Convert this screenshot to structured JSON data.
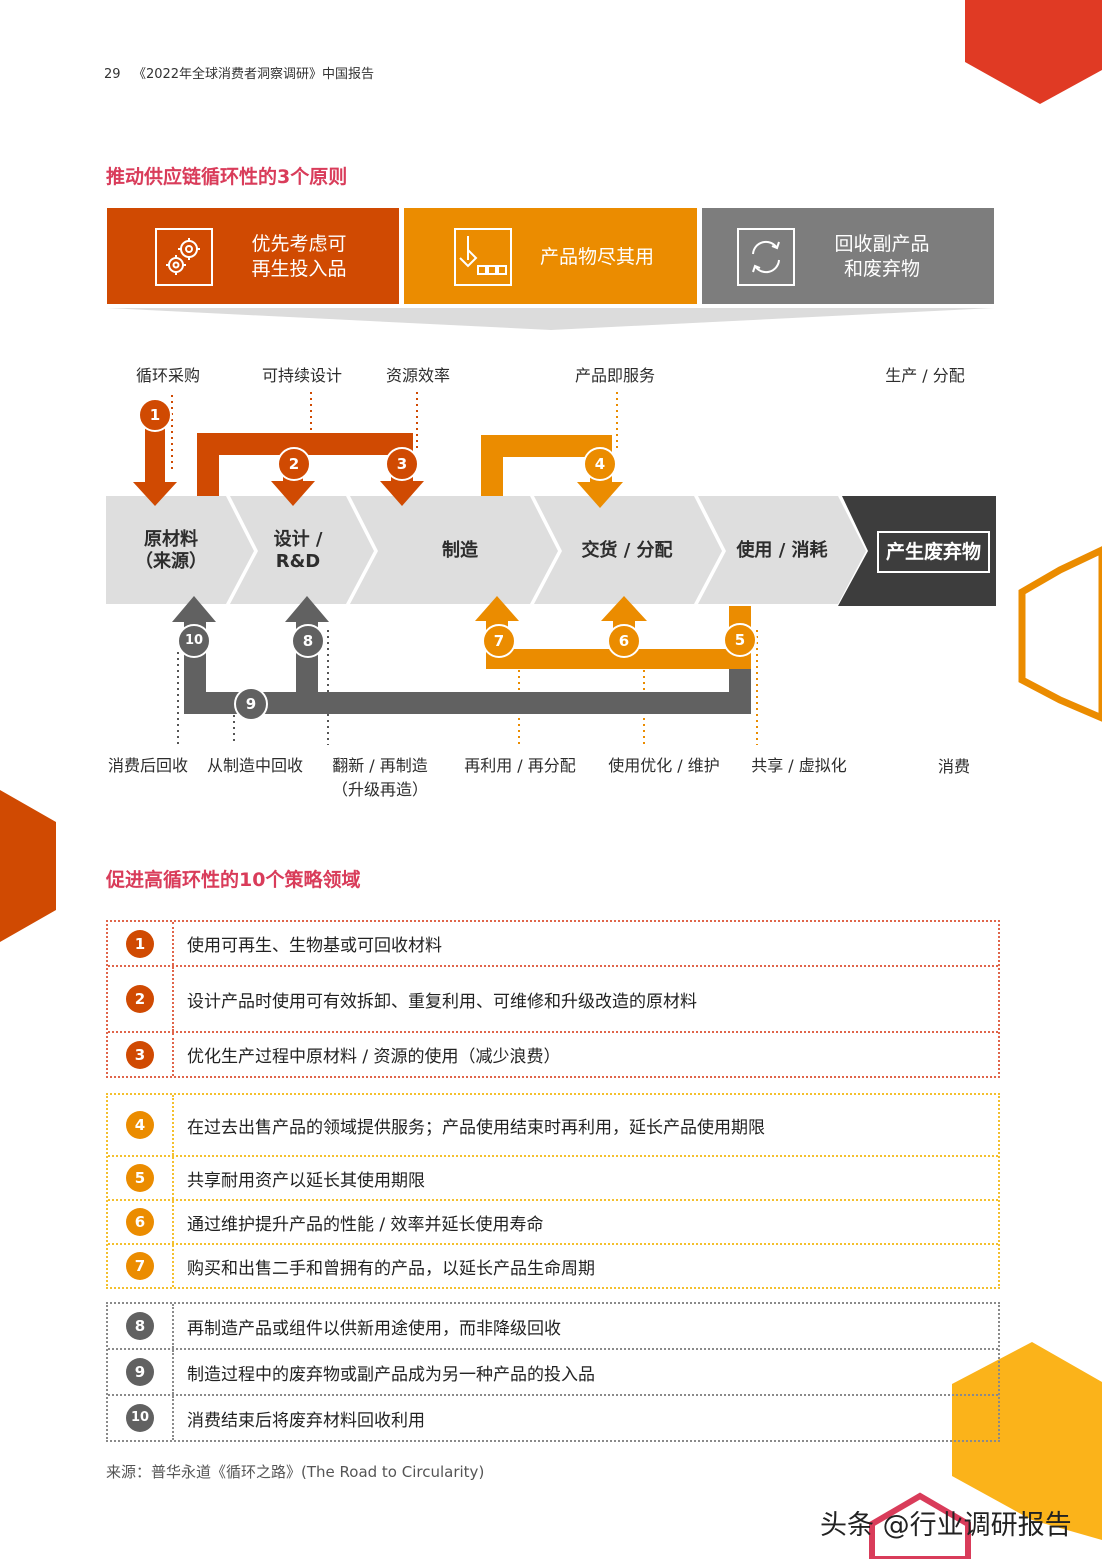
{
  "header": {
    "page_number": "29",
    "report_title": "《2022年全球消费者洞察调研》中国报告"
  },
  "section1": {
    "title": "推动供应链循环性的3个原则",
    "principles": [
      {
        "label_line1": "优先考虑可",
        "label_line2": "再生投入品",
        "icon": "gears-icon",
        "color": "#d04a02"
      },
      {
        "label_line1": "产品物尽其用",
        "label_line2": "",
        "icon": "factory-icon",
        "color": "#eb8c00"
      },
      {
        "label_line1": "回收副产品",
        "label_line2": "和废弃物",
        "icon": "recycle-arrows-icon",
        "color": "#7d7d7d"
      }
    ],
    "top_labels": [
      "循环采购",
      "可持续设计",
      "资源效率",
      "产品即服务",
      "生产 / 分配"
    ],
    "stages": [
      {
        "line1": "原材料",
        "line2": "（来源）"
      },
      {
        "line1": "设计 /",
        "line2": "R&D"
      },
      {
        "line1": "制造",
        "line2": ""
      },
      {
        "line1": "交货 / 分配",
        "line2": ""
      },
      {
        "line1": "使用 / 消耗",
        "line2": ""
      }
    ],
    "waste_stage": "产生废弃物",
    "bottom_labels": [
      {
        "line1": "消费后回收",
        "line2": ""
      },
      {
        "line1": "从制造中回收",
        "line2": ""
      },
      {
        "line1": "翻新 / 再制造",
        "line2": "（升级再造）"
      },
      {
        "line1": "再利用 / 再分配",
        "line2": ""
      },
      {
        "line1": "使用优化 / 维护",
        "line2": ""
      },
      {
        "line1": "共享 / 虚拟化",
        "line2": ""
      },
      {
        "line1": "消费",
        "line2": ""
      }
    ],
    "markers": [
      "1",
      "2",
      "3",
      "4",
      "5",
      "6",
      "7",
      "8",
      "9",
      "10"
    ],
    "colors": {
      "red": "#d04a02",
      "orange": "#eb8c00",
      "gray": "#7d7d7d",
      "dark": "#3d3d3d",
      "light": "#dedede"
    }
  },
  "section2": {
    "title": "促进高循环性的10个策略领域",
    "groups": [
      {
        "color": "#d04a02",
        "items": [
          {
            "num": "1",
            "text": "使用可再生、生物基或可回收材料"
          },
          {
            "num": "2",
            "text": "设计产品时使用可有效拆卸、重复利用、可维修和升级改造的原材料"
          },
          {
            "num": "3",
            "text": "优化生产过程中原材料 / 资源的使用（减少浪费）"
          }
        ]
      },
      {
        "color": "#eb8c00",
        "items": [
          {
            "num": "4",
            "text": "在过去出售产品的领域提供服务；产品使用结束时再利用，延长产品使用期限"
          },
          {
            "num": "5",
            "text": "共享耐用资产以延长其使用期限"
          },
          {
            "num": "6",
            "text": "通过维护提升产品的性能 / 效率并延长使用寿命"
          },
          {
            "num": "7",
            "text": "购买和出售二手和曾拥有的产品，以延长产品生命周期"
          }
        ]
      },
      {
        "color": "#616161",
        "items": [
          {
            "num": "8",
            "text": "再制造产品或组件以供新用途使用，而非降级回收"
          },
          {
            "num": "9",
            "text": "制造过程中的废弃物或副产品成为另一种产品的投入品"
          },
          {
            "num": "10",
            "text": "消费结束后将废弃材料回收利用"
          }
        ]
      }
    ]
  },
  "source": "来源：普华永道《循环之路》(The Road to Circularity)",
  "watermark": "头条 @行业调研报告"
}
